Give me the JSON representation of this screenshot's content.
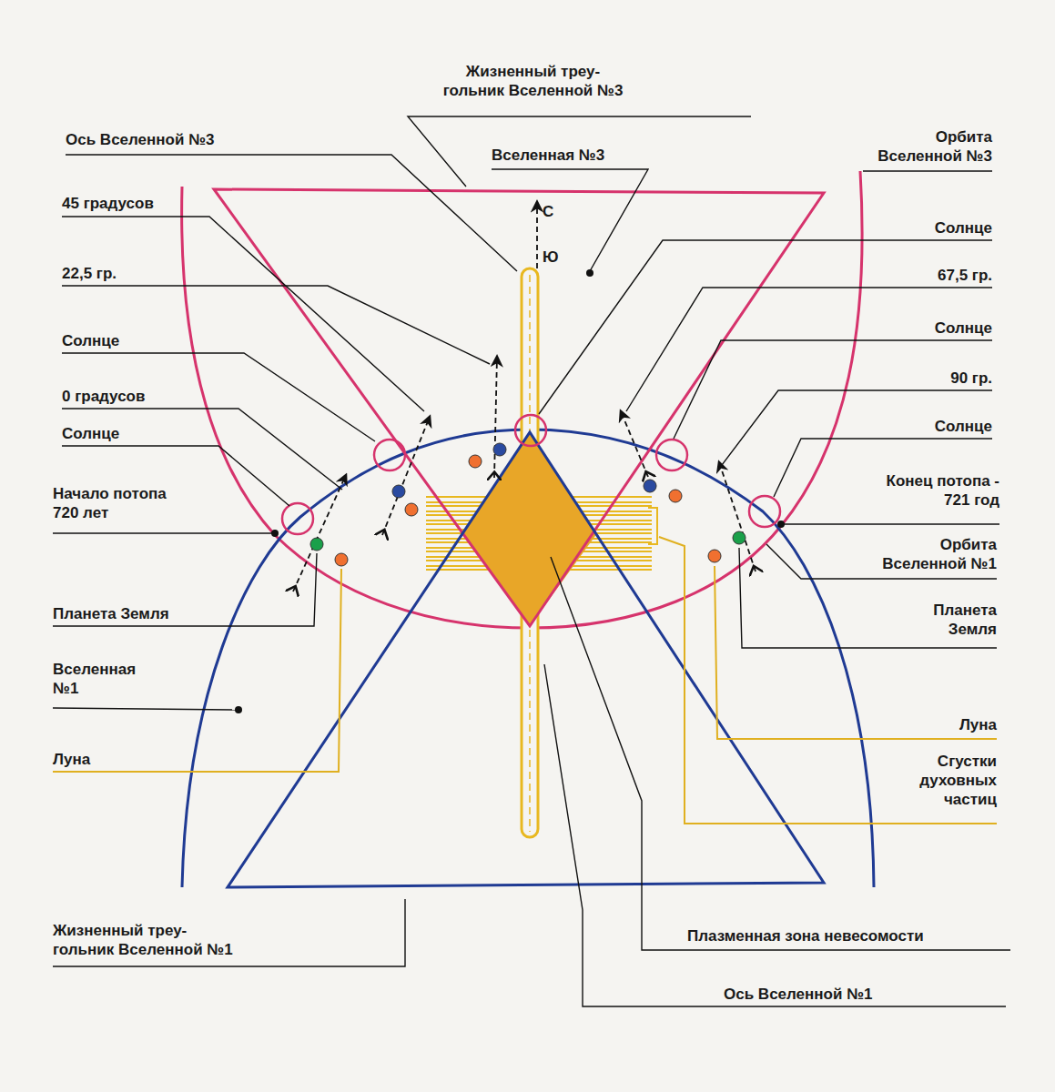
{
  "diagram": {
    "labels": [
      "Жизненный треу- гольник Вселенной №3",
      "Ось Вселенной №3",
      "Вселенная №3",
      "Орбита Вселенной №3",
      "С",
      "Ю",
      "45 градусов",
      "Солнце",
      "22,5 гр.",
      "67,5 гр.",
      "Солнце",
      "Солнце",
      "0 градусов",
      "90 гр.",
      "Солнце",
      "Солнце",
      "Начало потопа 720 лет",
      "Конец потопа - 721 год",
      "Орбита Вселенной №1",
      "Планета Земля",
      "Планета Земля",
      "Вселенная №1",
      "Луна",
      "Луна",
      "Сгустки духовных частиц",
      "Жизненный треу- гольник Вселенной №1",
      "Плазменная зона невесомости",
      "Ось Вселенной №1"
    ]
  }
}
